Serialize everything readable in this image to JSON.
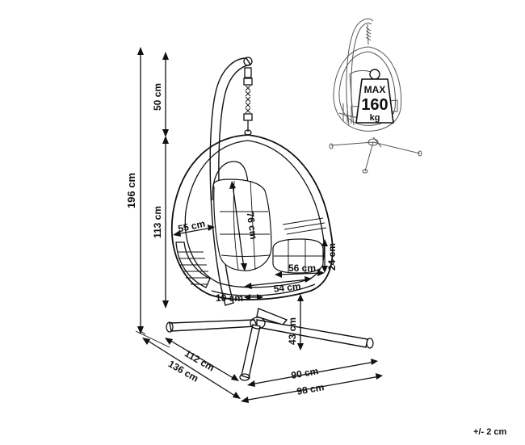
{
  "dimensions": {
    "total_height": "196 cm",
    "hook_height": "50 cm",
    "stand_height": "113 cm",
    "seat_depth": "55 cm",
    "backrest_height": "76 cm",
    "seat_width": "56 cm",
    "armrest_height": "24 cm",
    "inner_width": "54 cm",
    "base_thickness": "10 cm",
    "seat_ground_height": "43 cm",
    "base_depth": "112 cm",
    "overall_depth": "136 cm",
    "base_width": "90 cm",
    "overall_width": "98 cm"
  },
  "weight_limit": {
    "line1": "MAX",
    "line2": "160",
    "line3": "kg"
  },
  "tolerance": "+/- 2 cm"
}
